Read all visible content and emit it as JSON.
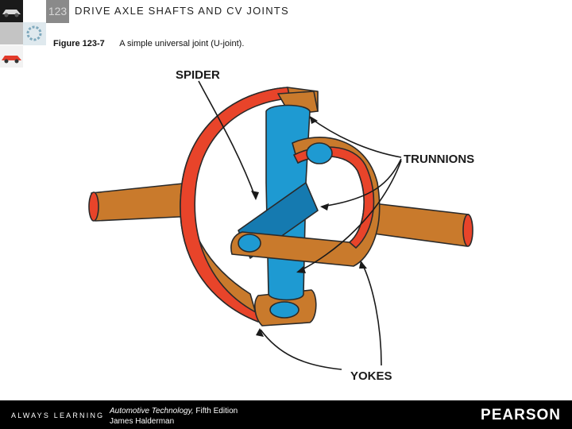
{
  "header": {
    "chapter_number": "123",
    "chapter_title": "DRIVE AXLE SHAFTS AND CV JOINTS"
  },
  "caption": {
    "figure_label": "Figure 123-7",
    "text": "A simple universal joint (U-joint)."
  },
  "diagram": {
    "labels": {
      "spider": "SPIDER",
      "trunnions": "TRUNNIONS",
      "yokes": "YOKES"
    },
    "colors": {
      "yoke": "#c97a2c",
      "yoke_edge": "#e8442a",
      "spider": "#1e9ad2",
      "spider_dark": "#157ab0",
      "outline": "#2a2a2a"
    }
  },
  "footer": {
    "tagline": "ALWAYS LEARNING",
    "book_title": "Automotive Technology,",
    "edition": "Fifth Edition",
    "author": "James Halderman",
    "publisher": "PEARSON"
  }
}
